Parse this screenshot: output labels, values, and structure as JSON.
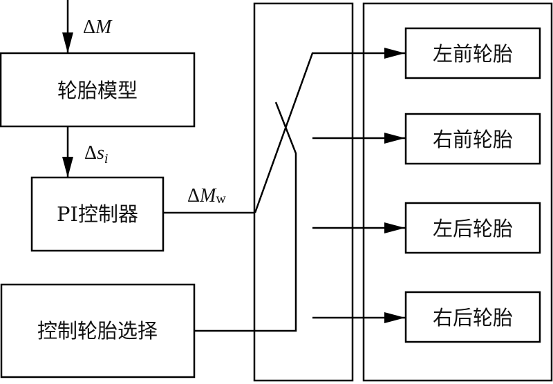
{
  "diagram": {
    "type": "block-diagram",
    "blocks": {
      "tire_model": "轮胎模型",
      "pi_controller": "PI控制器",
      "tire_selection": "控制轮胎选择",
      "tires": [
        "左前轮胎",
        "右前轮胎",
        "左后轮胎",
        "右后轮胎"
      ]
    },
    "signals": {
      "delta_M": {
        "base": "Δ",
        "var": "M",
        "sub": ""
      },
      "delta_s_i": {
        "base": "Δ",
        "var": "s",
        "sub": "i"
      },
      "delta_M_w": {
        "base": "Δ",
        "var": "M",
        "sub": "w"
      }
    },
    "switch": {
      "selected_output": "左前轮胎"
    }
  }
}
